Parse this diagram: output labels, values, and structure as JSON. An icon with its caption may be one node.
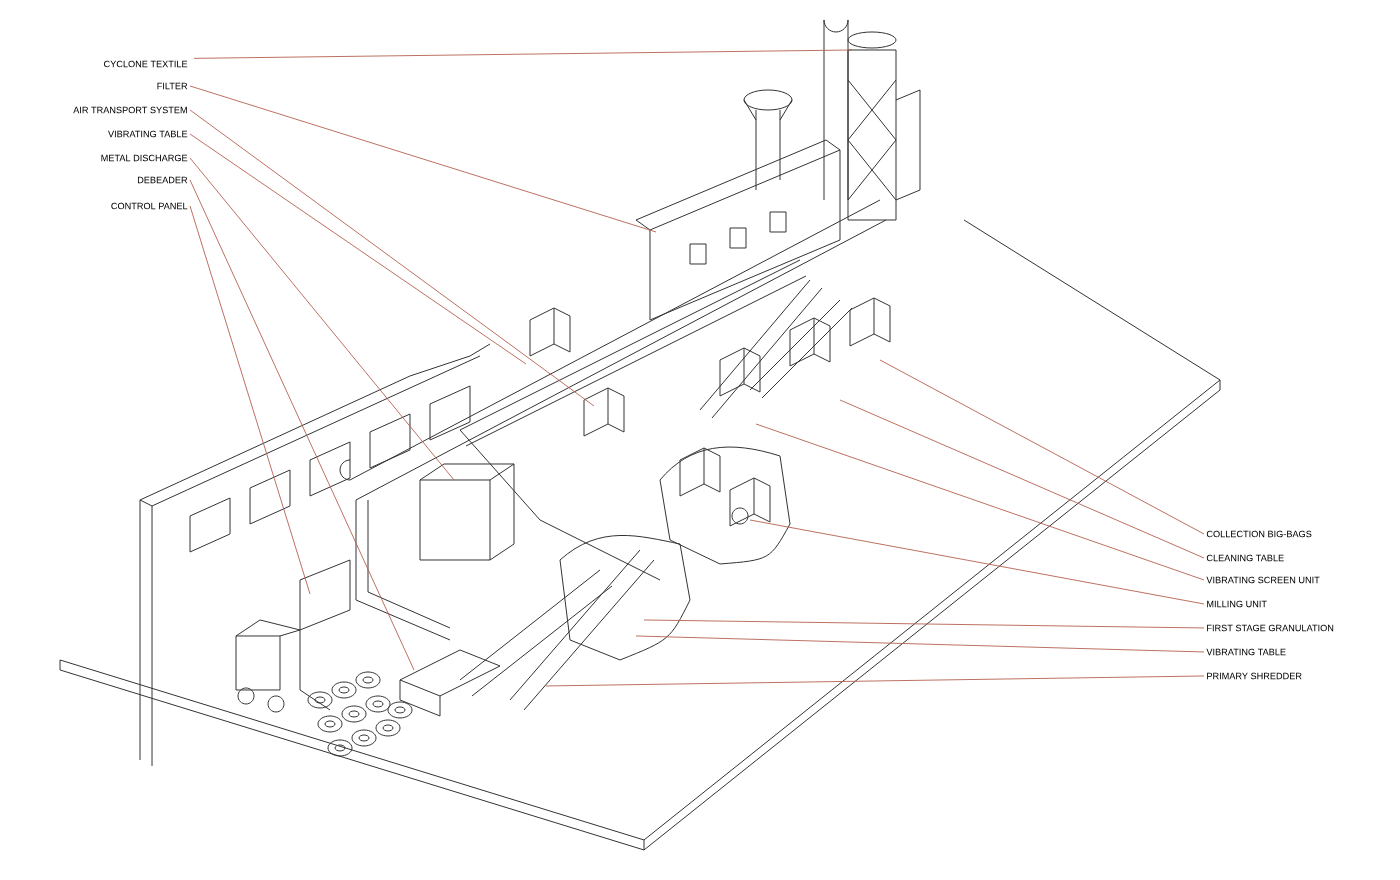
{
  "diagram": {
    "nodes": [
      {
        "text": [
          "CYCLONE TEXTILE"
        ]
      },
      {
        "text": [
          "FILTER"
        ]
      },
      {
        "text": [
          "AIR TRANSPORT SYSTEM"
        ]
      },
      {
        "text": [
          "VIBRATING TABLE"
        ]
      },
      {
        "text": [
          "METAL DISCHARGE"
        ]
      },
      {
        "text": [
          "DEBEADER"
        ]
      },
      {
        "text": [
          "CONTROL PANEL"
        ]
      },
      {
        "text": [
          "COLLECTION BIG-BAGS"
        ]
      },
      {
        "text": [
          "CLEANING TABLE"
        ]
      },
      {
        "text": [
          "VIBRATING SCREEN UNIT"
        ]
      },
      {
        "text": [
          "MILLING UNIT"
        ]
      },
      {
        "text": [
          "FIRST STAGE GRANULATION"
        ]
      },
      {
        "text": [
          "VIBRATING TABLE"
        ]
      },
      {
        "text": [
          "PRIMARY SHREDDER"
        ]
      }
    ],
    "edges": [
      {
        "from": 0,
        "to": null,
        "arrow": "none"
      },
      {
        "from": 1,
        "to": null,
        "arrow": "none"
      },
      {
        "from": 2,
        "to": null,
        "arrow": "none"
      },
      {
        "from": 3,
        "to": null,
        "arrow": "none"
      },
      {
        "from": 4,
        "to": null,
        "arrow": "none"
      },
      {
        "from": 5,
        "to": null,
        "arrow": "none"
      },
      {
        "from": 6,
        "to": null,
        "arrow": "none"
      },
      {
        "from": 7,
        "to": null,
        "arrow": "none"
      },
      {
        "from": 8,
        "to": null,
        "arrow": "none"
      },
      {
        "from": 9,
        "to": null,
        "arrow": "none"
      },
      {
        "from": 10,
        "to": null,
        "arrow": "none"
      },
      {
        "from": 11,
        "to": null,
        "arrow": "none"
      },
      {
        "from": 12,
        "to": null,
        "arrow": "none"
      },
      {
        "from": 13,
        "to": null,
        "arrow": "none"
      }
    ]
  }
}
